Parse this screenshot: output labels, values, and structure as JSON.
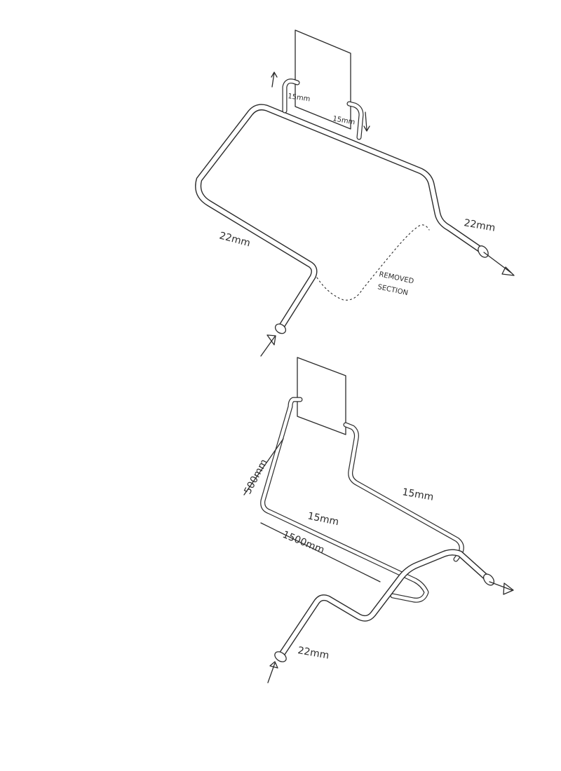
{
  "diagram_top": {
    "label_branch_left": "15mm",
    "label_branch_right": "15mm",
    "label_main_left": "22mm",
    "label_main_right": "22mm",
    "label_removed_line1": "REMOVED",
    "label_removed_line2": "SECTION"
  },
  "diagram_bottom": {
    "label_vertical_length": "500mm",
    "label_branch_upper": "15mm",
    "label_branch_lower": "15mm",
    "label_horizontal_length": "1500mm",
    "label_inlet": "22mm"
  }
}
